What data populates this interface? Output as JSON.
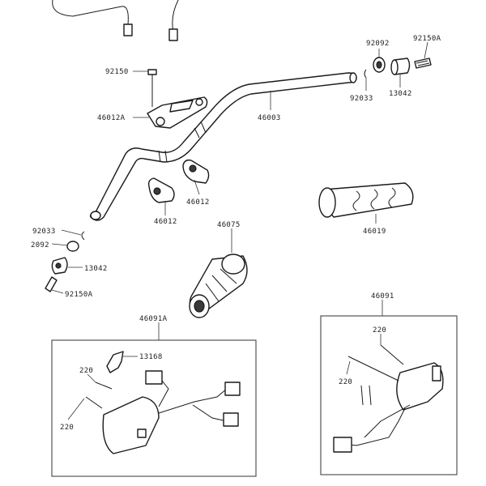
{
  "labels": {
    "p92150_top": "92150",
    "p92092_r": "92092",
    "p92150A_r": "92150A",
    "p92033_r": "92033",
    "p13042_r": "13042",
    "p46012A": "46012A",
    "p46003": "46003",
    "p46012_a": "46012",
    "p46012_b": "46012",
    "p46019": "46019",
    "p92033_l": "92033",
    "p92092_l": "2092",
    "p13042_l": "13042",
    "p92150A_l": "92150A",
    "p46075": "46075",
    "p46091A": "46091A",
    "p13168": "13168",
    "p220_a": "220",
    "p220_b": "220",
    "p46091": "46091",
    "p220_c": "220",
    "p220_d": "220"
  }
}
